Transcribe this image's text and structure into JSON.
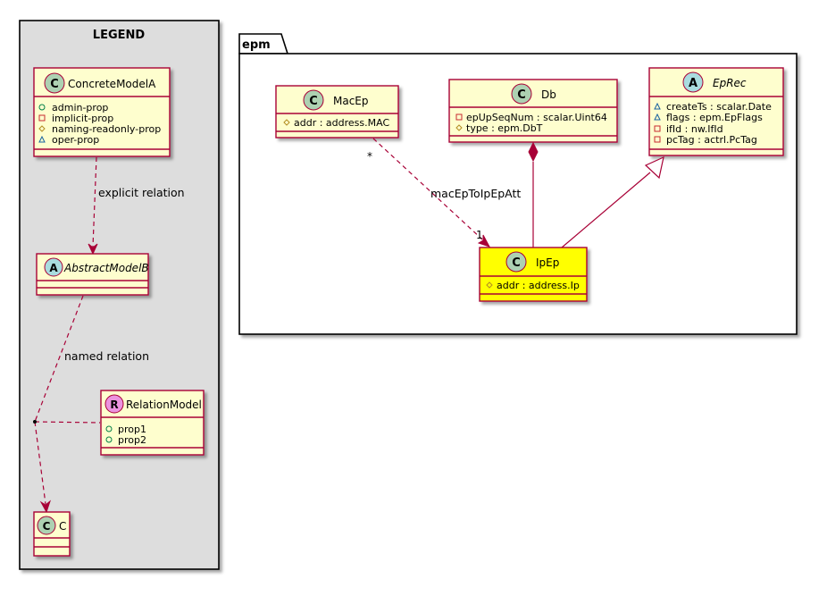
{
  "legend": {
    "title": "LEGEND",
    "concrete": {
      "badge": "C",
      "name": "ConcreteModelA",
      "props": [
        {
          "vis": "+",
          "text": "admin-prop"
        },
        {
          "vis": "-",
          "text": "implicit-prop"
        },
        {
          "vis": "#",
          "text": "naming-readonly-prop"
        },
        {
          "vis": "~",
          "text": "oper-prop"
        }
      ]
    },
    "abstract": {
      "badge": "A",
      "name": "AbstractModelB"
    },
    "relation_model": {
      "badge": "R",
      "name": "RelationModel",
      "props": [
        {
          "vis": "+",
          "text": "prop1"
        },
        {
          "vis": "+",
          "text": "prop2"
        }
      ]
    },
    "c": {
      "badge": "C",
      "name": "C"
    },
    "explicit_label": "explicit relation",
    "named_label": "named relation"
  },
  "package": {
    "name": "epm",
    "macep": {
      "badge": "C",
      "name": "MacEp",
      "props": [
        {
          "vis": "#",
          "text": "addr : address.MAC"
        }
      ]
    },
    "db": {
      "badge": "C",
      "name": "Db",
      "props": [
        {
          "vis": "-",
          "text": "epUpSeqNum : scalar.Uint64"
        },
        {
          "vis": "#",
          "text": "type : epm.DbT"
        }
      ]
    },
    "eprec": {
      "badge": "A",
      "name": "EpRec",
      "props": [
        {
          "vis": "~",
          "text": "createTs : scalar.Date"
        },
        {
          "vis": "~",
          "text": "flags : epm.EpFlags"
        },
        {
          "vis": "-",
          "text": "ifId : nw.IfId"
        },
        {
          "vis": "-",
          "text": "pcTag : actrl.PcTag"
        }
      ]
    },
    "ipep": {
      "badge": "C",
      "name": "IpEp",
      "props": [
        {
          "vis": "#",
          "text": "addr : address.Ip"
        }
      ]
    },
    "assoc_label": "macEpToIpEpAtt",
    "mult_from": "*",
    "mult_to": "1"
  },
  "colors": {
    "border": "#a80036",
    "class_fill": "#fefece",
    "highlight_fill": "#ffff00",
    "badge_class": "#add1b2",
    "badge_abstract": "#a9dcdf",
    "badge_relation": "#eb93df",
    "legend_bg": "#dddddd",
    "package_bg": "#ffffff"
  }
}
